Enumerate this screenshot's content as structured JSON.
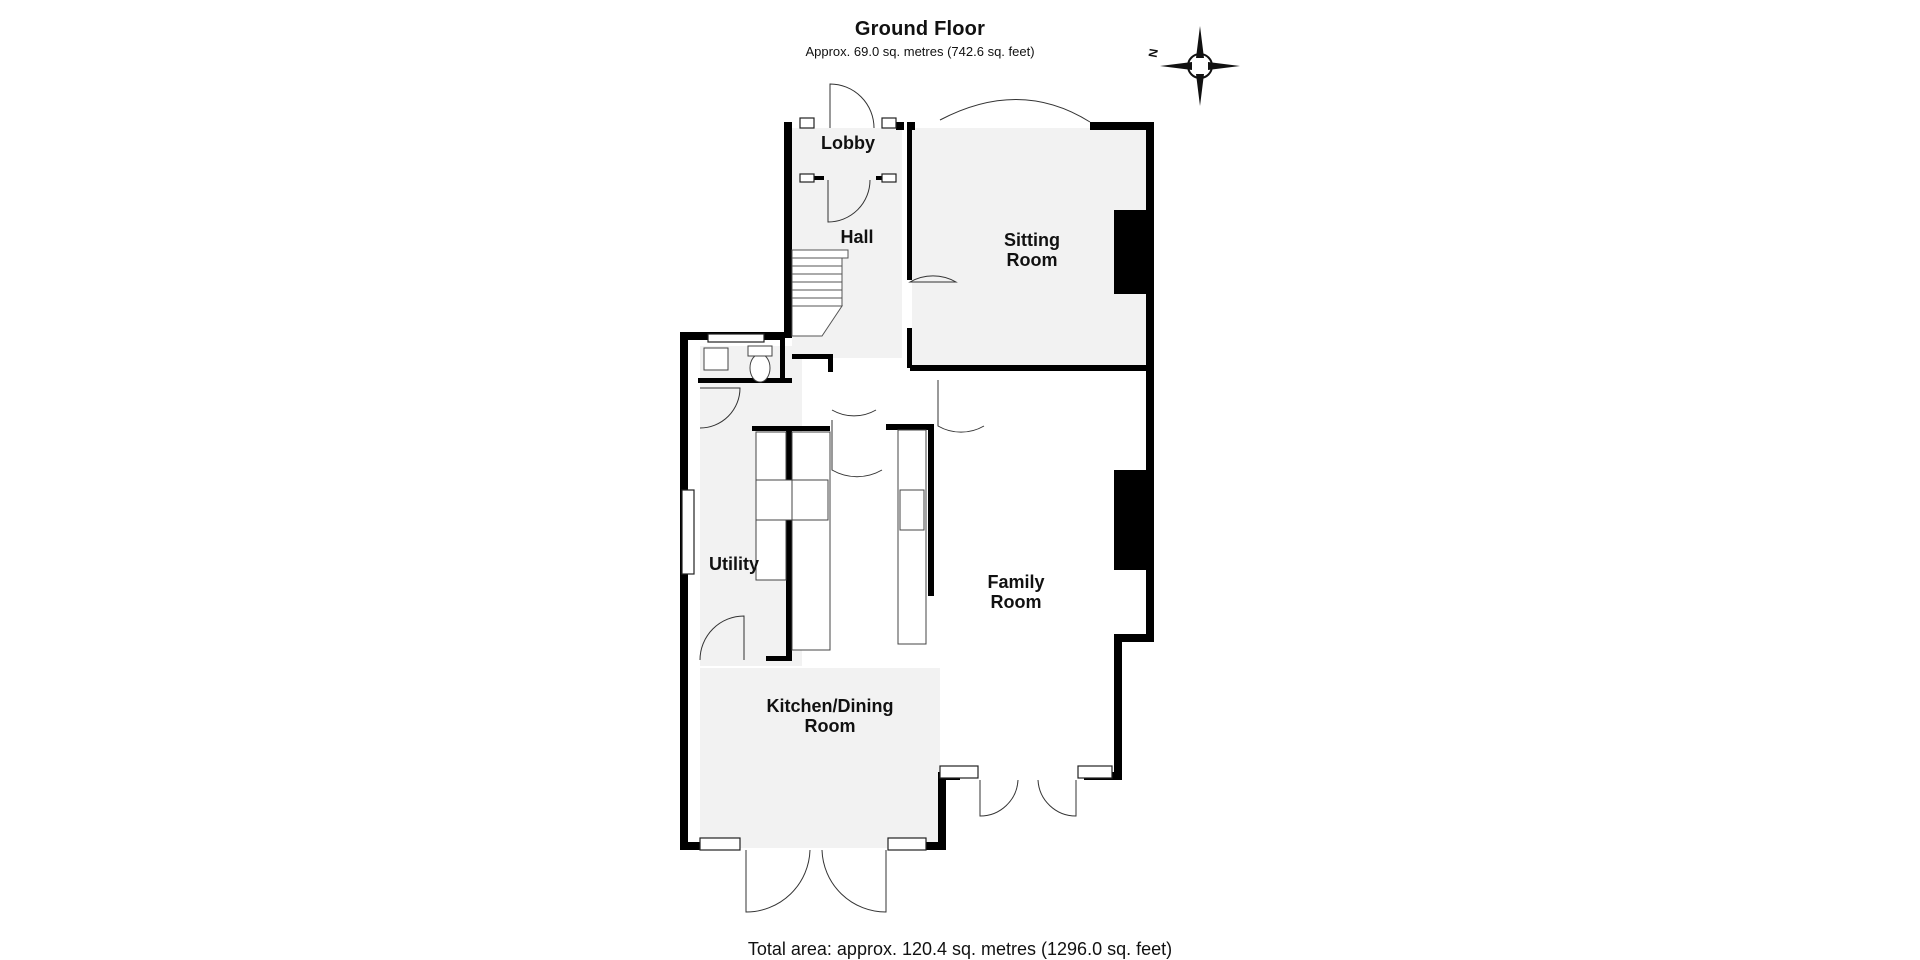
{
  "floor": {
    "title": "Ground Floor",
    "area": "Approx. 69.0 sq. metres (742.6 sq. feet)"
  },
  "rooms": [
    {
      "id": "lobby",
      "label": "Lobby"
    },
    {
      "id": "hall",
      "label": "Hall"
    },
    {
      "id": "sitting_room",
      "label": "Sitting\nRoom"
    },
    {
      "id": "utility",
      "label": "Utility"
    },
    {
      "id": "family_room",
      "label": "Family\nRoom"
    },
    {
      "id": "kitchen_dining",
      "label": "Kitchen/Dining\nRoom"
    }
  ],
  "compass": {
    "letter": "N",
    "icon": "compass-icon"
  },
  "total_area": "Total area: approx. 120.4 sq. metres (1296.0 sq. feet)"
}
